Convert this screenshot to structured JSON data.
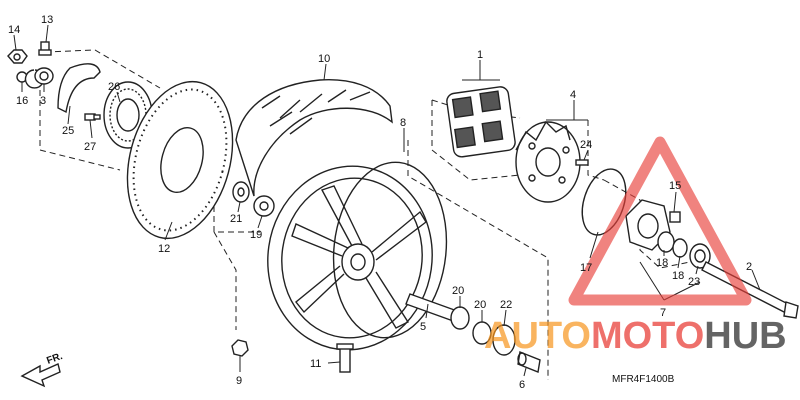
{
  "diagram": {
    "part_numbers": [
      "1",
      "2",
      "3",
      "4",
      "5",
      "6",
      "7",
      "8",
      "9",
      "10",
      "11",
      "12",
      "13",
      "14",
      "15",
      "16",
      "17",
      "18",
      "18",
      "19",
      "20",
      "20",
      "21",
      "22",
      "23",
      "24",
      "25",
      "26",
      "27"
    ],
    "diagram_code": "MFR4F1400B",
    "front_label": "FR."
  },
  "watermark": {
    "text_a": "AUTO",
    "text_b": "MOTO",
    "text_c": "HUB",
    "colors": {
      "orange": "#f7941d",
      "red": "#e8403a",
      "dark": "#3d3d3d"
    }
  }
}
